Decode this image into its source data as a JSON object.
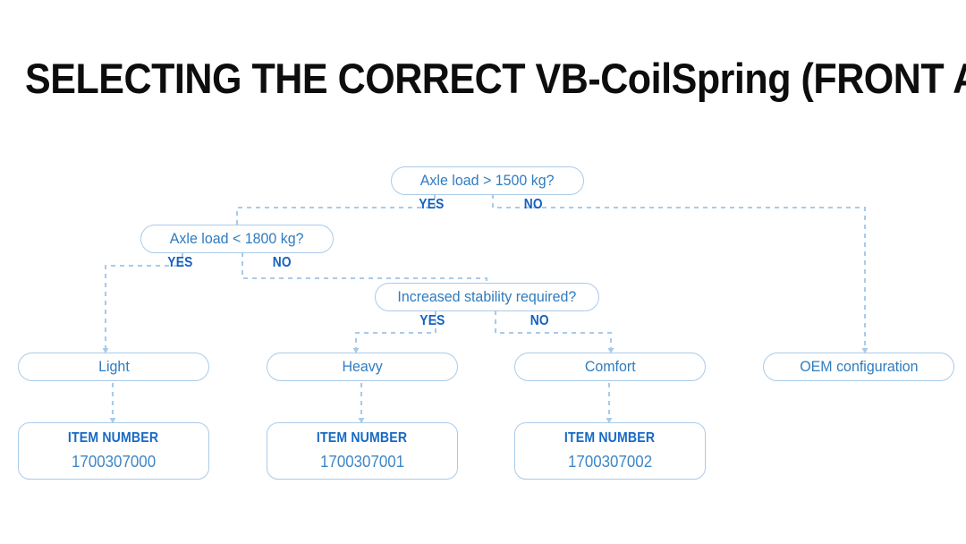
{
  "page": {
    "title": "SELECTING THE CORRECT VB-CoilSpring (FRONT AXLE)",
    "background": "#ffffff"
  },
  "colors": {
    "title_text": "#0d0d0d",
    "node_border": "#aacbe8",
    "node_text": "#2f7cc0",
    "branch_label": "#1460bd",
    "item_heading": "#1769c4",
    "item_value": "#3f86c6",
    "connector": "#a9cbe9"
  },
  "flow": {
    "decisions": [
      {
        "id": "axle-load-gt-1500",
        "label": "Axle load > 1500 kg?",
        "yes_label": "YES",
        "no_label": "NO"
      },
      {
        "id": "axle-load-lt-1800",
        "label": "Axle load < 1800 kg?",
        "yes_label": "YES",
        "no_label": "NO"
      },
      {
        "id": "increased-stability",
        "label": "Increased stability required?",
        "yes_label": "YES",
        "no_label": "NO"
      }
    ],
    "outcomes": [
      {
        "id": "light",
        "label": "Light"
      },
      {
        "id": "heavy",
        "label": "Heavy"
      },
      {
        "id": "comfort",
        "label": "Comfort"
      },
      {
        "id": "oem",
        "label": "OEM configuration"
      }
    ],
    "items": [
      {
        "id": "item-light",
        "heading": "ITEM NUMBER",
        "value": "1700307000"
      },
      {
        "id": "item-heavy",
        "heading": "ITEM NUMBER",
        "value": "1700307001"
      },
      {
        "id": "item-comfort",
        "heading": "ITEM NUMBER",
        "value": "1700307002"
      }
    ]
  }
}
